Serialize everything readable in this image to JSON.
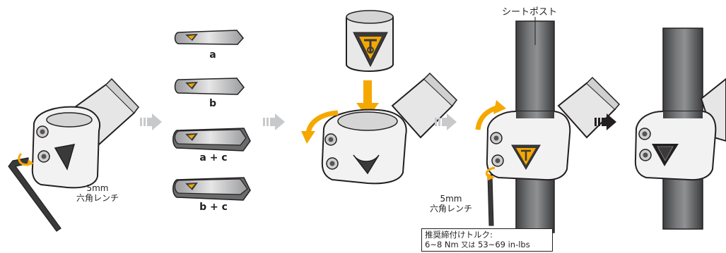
{
  "labels": {
    "seatpost": "シートポスト",
    "wrench_1": {
      "line1": "5mm",
      "line2": "六角レンチ"
    },
    "wrench_2": {
      "line1": "5mm",
      "line2": "六角レンチ"
    },
    "shims": [
      "a",
      "b",
      "a + c",
      "b + c"
    ],
    "torque": {
      "title": "推奨締付けトルク:",
      "value_nm": "6~8 Nm",
      "or": "又は",
      "value_inlbs": "53~69 in-lbs"
    }
  },
  "icons": [
    "hex-wrench-icon",
    "rotate-arrow-icon",
    "down-arrow-icon",
    "step-arrow-icon",
    "topeak-logo-icon"
  ],
  "colors": {
    "accent": "#f5a800",
    "arrow_light": "#c8c9cb",
    "arrow_dark": "#231f20",
    "outline": "#231f20",
    "metal": "#dcdcdc",
    "post": "#5a5b5d"
  }
}
